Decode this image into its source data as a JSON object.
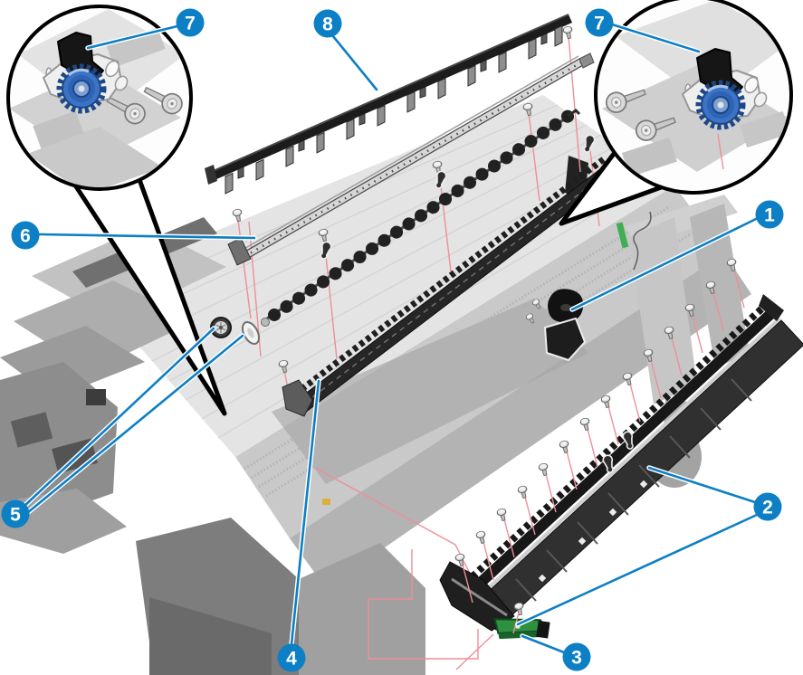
{
  "diagram": {
    "type": "exploded-view-printer-assembly",
    "callouts": [
      {
        "label": "7",
        "placement": "top-left-inset"
      },
      {
        "label": "8",
        "placement": "top-center"
      },
      {
        "label": "7",
        "placement": "top-right-inset"
      },
      {
        "label": "1",
        "placement": "right-upper"
      },
      {
        "label": "6",
        "placement": "left-middle"
      },
      {
        "label": "5",
        "placement": "left-lower"
      },
      {
        "label": "2",
        "placement": "right-lower"
      },
      {
        "label": "4",
        "placement": "bottom-center-left"
      },
      {
        "label": "3",
        "placement": "bottom-center-right"
      }
    ],
    "colors": {
      "callout": "#0d7fc4",
      "leader": "#0d7fc4",
      "guide_pink": "#ee8e9a",
      "gear_blue": "#3b73c6",
      "board_green": "#2e9140"
    }
  }
}
